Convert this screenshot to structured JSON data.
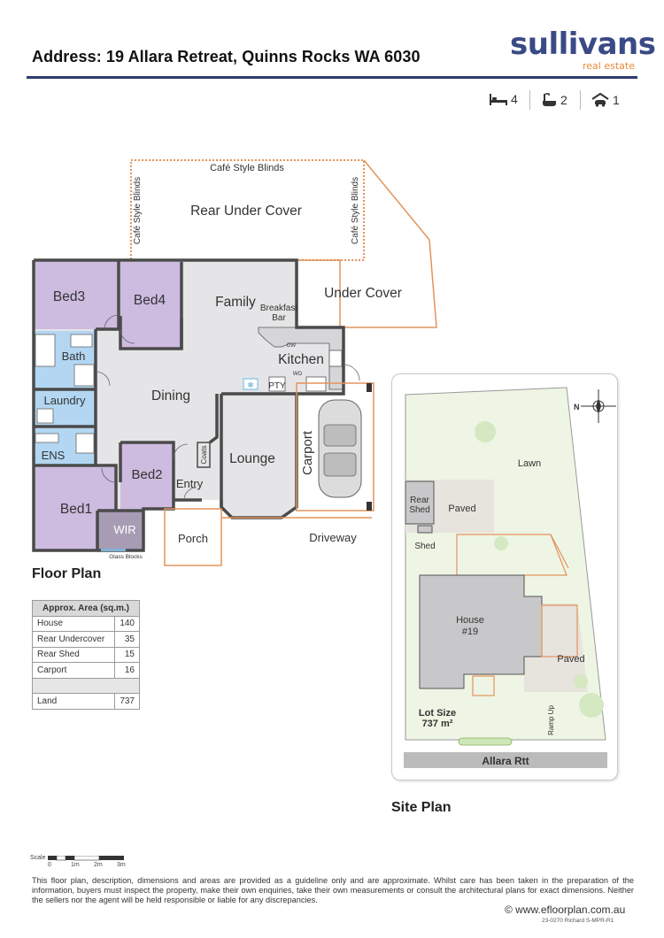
{
  "header": {
    "address": "Address: 19 Allara Retreat, Quinns Rocks WA 6030",
    "logo_main": "sullivans",
    "logo_sub": "real estate",
    "features": {
      "beds": "4",
      "baths": "2",
      "garage": "1"
    }
  },
  "floor_plan": {
    "title": "Floor Plan",
    "labels": {
      "cafe_top": "Café Style Blinds",
      "cafe_left": "Café Style Blinds",
      "cafe_right": "Café Style Blinds",
      "rear_under_cover": "Rear Under Cover",
      "under_cover": "Under Cover",
      "bed3": "Bed3",
      "bed4": "Bed4",
      "family": "Family",
      "breakfast_bar_1": "Breakfast",
      "breakfast_bar_2": "Bar",
      "kitchen": "Kitchen",
      "dw": "DW",
      "wo": "WO",
      "pty": "PTY",
      "bath": "Bath",
      "laundry": "Laundry",
      "dining": "Dining",
      "ens": "ENS",
      "coats": "Coats",
      "lounge": "Lounge",
      "carport": "Carport",
      "bed2": "Bed2",
      "entry": "Entry",
      "bed1": "Bed1",
      "wir": "WIR",
      "glass_blocks": "Glass Blocks",
      "porch": "Porch",
      "driveway": "Driveway"
    }
  },
  "area_table": {
    "header": "Approx. Area (sq.m.)",
    "rows": [
      {
        "label": "House",
        "value": "140"
      },
      {
        "label": "Rear Undercover",
        "value": "35"
      },
      {
        "label": "Rear Shed",
        "value": "15"
      },
      {
        "label": "Carport",
        "value": "16"
      }
    ],
    "land": {
      "label": "Land",
      "value": "737"
    }
  },
  "site_plan": {
    "title": "Site Plan",
    "labels": {
      "compass": "N",
      "lawn": "Lawn",
      "rear_shed_1": "Rear",
      "rear_shed_2": "Shed",
      "paved_top": "Paved",
      "shed": "Shed",
      "house_1": "House",
      "house_2": "#19",
      "paved_right": "Paved",
      "ramp_up": "Ramp Up",
      "lot_size_1": "Lot Size",
      "lot_size_2": "737 m²",
      "street": "Allara Rtt"
    }
  },
  "footer": {
    "scale_label": "Scale",
    "scale_ticks": [
      "0",
      "1m",
      "2m",
      "3m"
    ],
    "disclaimer": "This floor plan, description, dimensions and areas are provided as a guideline only and are approximate. Whilst care has been taken in the preparation of the information, buyers must inspect the property, make their own enquiries, take their own measurements or consult the architectural plans for exact dimensions. Neither the sellers nor the agent will be held responsible or liable for any discrepancies.",
    "copyright": "© www.efloorplan.com.au",
    "reference": "23-0270 Richard S-MPR-R1"
  },
  "colors": {
    "brand_navy": "#2e3a6e",
    "brand_orange": "#e88a3a",
    "bedroom_purple": "#cdbbe0",
    "living_grey": "#e5e5e7",
    "wet_blue": "#b3d7f2",
    "outline_orange": "#e3935a",
    "wall": "#4a4a4a"
  }
}
